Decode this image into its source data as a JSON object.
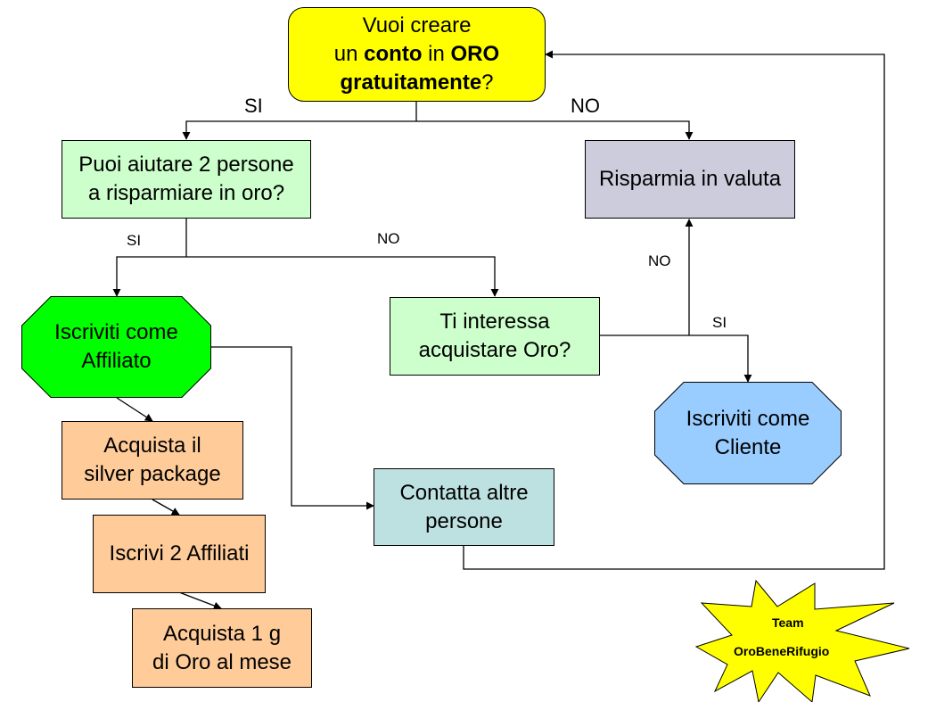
{
  "start": {
    "line1": "Vuoi creare",
    "line2_pre": "un ",
    "line2_bold1": "conto",
    "line2_mid": " in ",
    "line2_bold2": "ORO",
    "line3_bold": "gratuitamente",
    "line3_post": "?"
  },
  "labels": {
    "si_top": "SI",
    "no_top": "NO",
    "si_mid": "SI",
    "no_mid": "NO",
    "no_right": "NO",
    "si_right": "SI"
  },
  "nodes": {
    "help_people": [
      "Puoi aiutare 2 persone",
      "a risparmiare in oro?"
    ],
    "save_currency": [
      "Risparmia in valuta"
    ],
    "affiliate": [
      "Iscriviti come",
      "Affiliato"
    ],
    "interest": [
      "Ti interessa",
      "acquistare Oro?"
    ],
    "client": [
      "Iscriviti come",
      "Cliente"
    ],
    "silver": [
      "Acquista il",
      "silver package"
    ],
    "contact": [
      "Contatta altre",
      "persone"
    ],
    "enroll": [
      "Iscrivi 2 Affiliati"
    ],
    "gold": [
      "Acquista 1 g",
      "di Oro al mese"
    ]
  },
  "badge": {
    "line1": "Team",
    "line2": "OroBeneRifugio"
  },
  "colors": {
    "start": "#ffff00",
    "decision_green": "#ccffcc",
    "affiliate": "#00ff00",
    "currency": "#ccccdc",
    "client": "#99ccff",
    "steps": "#ffcc99",
    "contact": "#bde1e1",
    "star": "#ffff00"
  }
}
